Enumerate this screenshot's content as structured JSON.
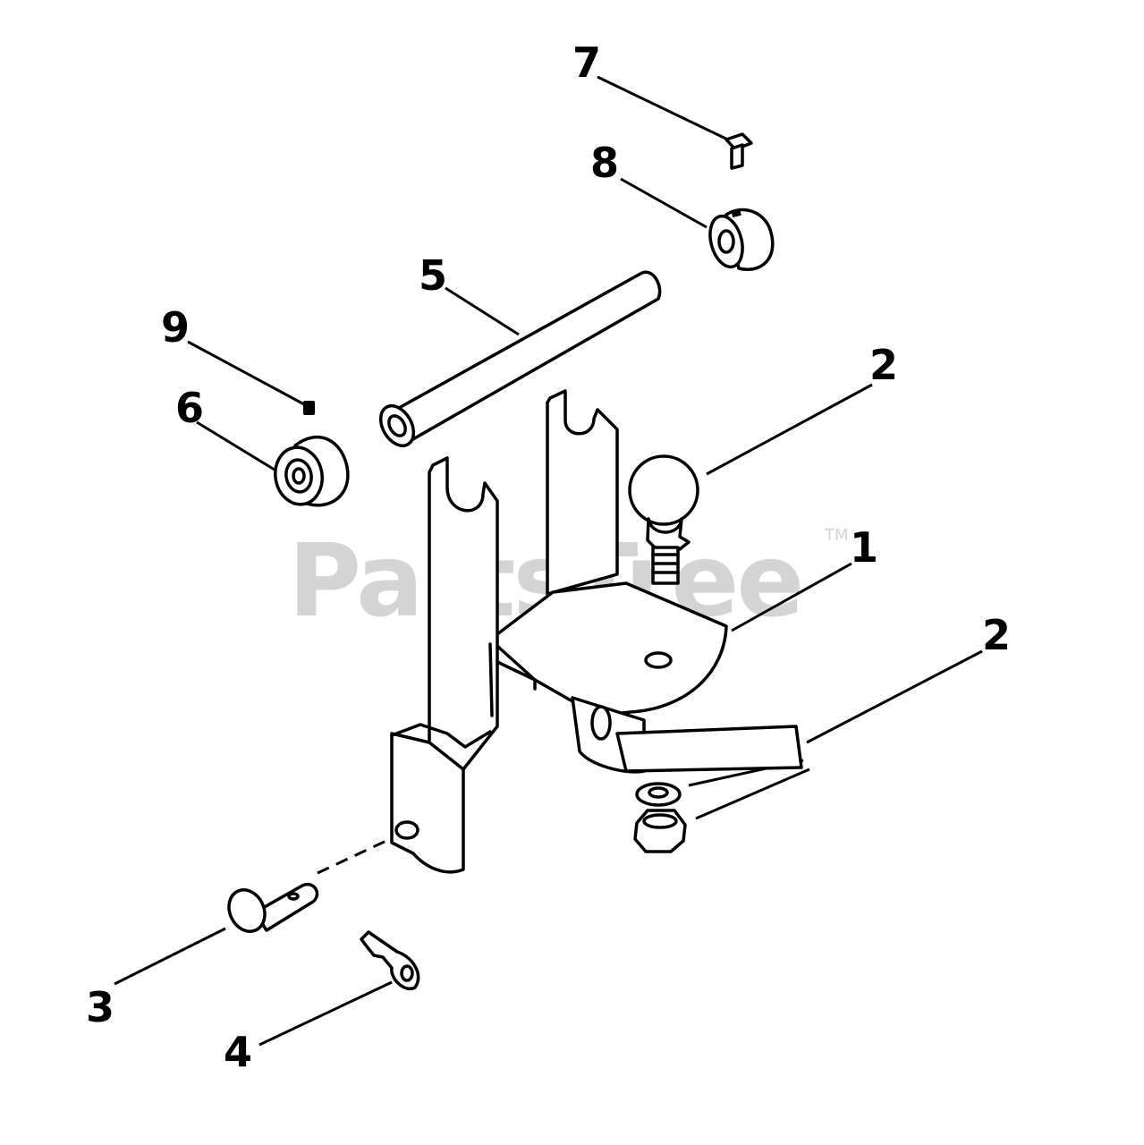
{
  "watermark": {
    "text": "PartsTree",
    "trademark": "TM"
  },
  "callouts": {
    "c1": "1",
    "c2a": "2",
    "c2b": "2",
    "c3": "3",
    "c4": "4",
    "c5": "5",
    "c6": "6",
    "c7": "7",
    "c8": "8",
    "c9": "9"
  }
}
